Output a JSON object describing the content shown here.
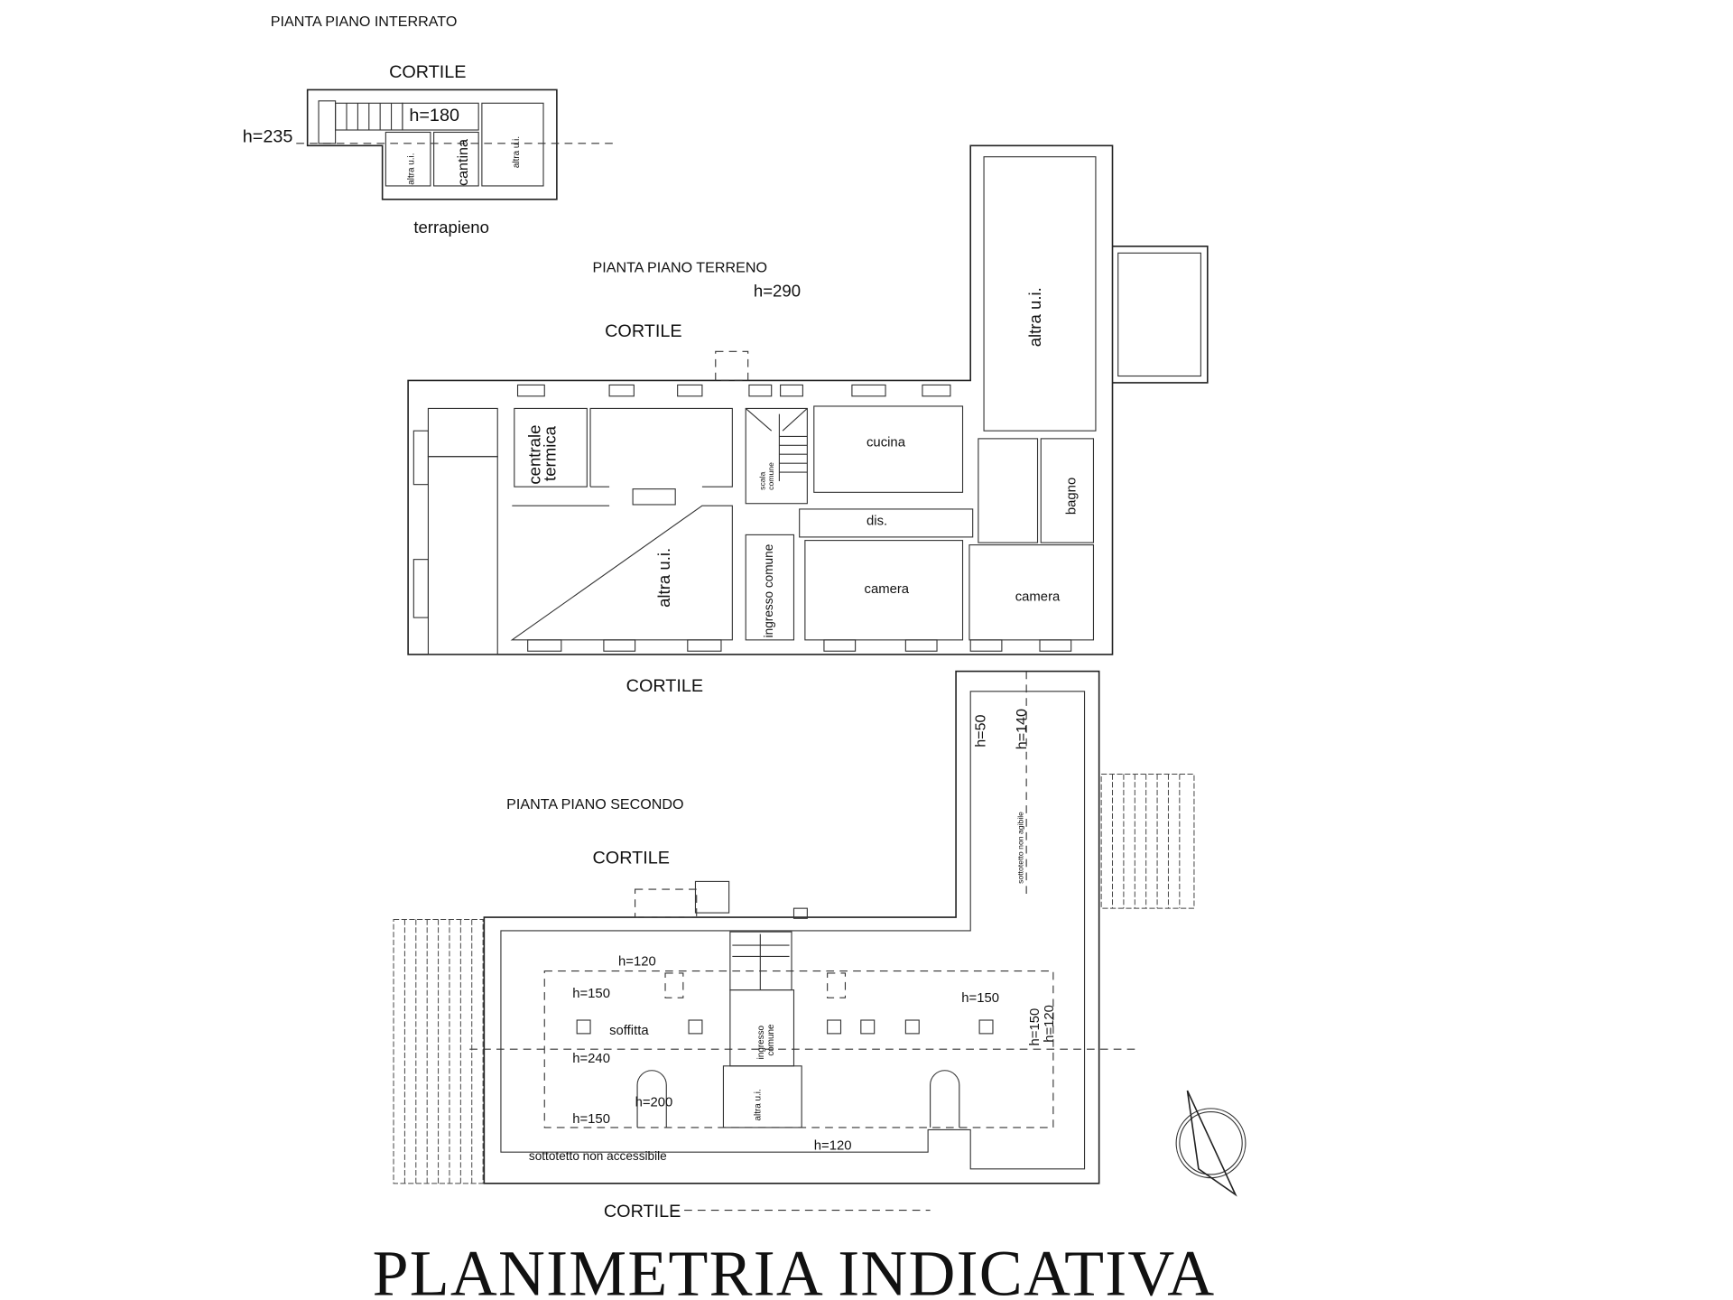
{
  "title": "PLANIMETRIA INDICATIVA",
  "basement": {
    "heading": "PIANTA PIANO INTERRATO",
    "courtyard": "CORTILE",
    "h_outer": "h=235",
    "h_inner": "h=180",
    "rooms": [
      "altra u.i.",
      "cantina",
      "altra u.i."
    ],
    "below": "terrapieno"
  },
  "ground": {
    "heading": "PIANTA PIANO TERRENO",
    "height": "h=290",
    "courtyard_top": "CORTILE",
    "courtyard_bottom": "CORTILE",
    "rooms": {
      "centrale_1": "centrale",
      "centrale_2": "termica",
      "altra_left": "altra u.i.",
      "scala_1": "scala",
      "scala_2": "comune",
      "ingresso": "ingresso comune",
      "cucina": "cucina",
      "dis": "dis.",
      "camera_1": "camera",
      "camera_2": "camera",
      "bagno": "bagno",
      "altra_tower": "altra u.i."
    }
  },
  "second": {
    "heading": "PIANTA PIANO SECONDO",
    "courtyard_top": "CORTILE",
    "courtyard_bottom": "CORTILE",
    "h50": "h=50",
    "h140": "h=140",
    "sottotetto_non_agibile": "sottotetto non agibile",
    "h120_top": "h=120",
    "h150_a": "h=150",
    "soffitta": "soffitta",
    "h240": "h=240",
    "h200": "h=200",
    "h150_b": "h=150",
    "h150_right": "h=150",
    "h150_vert": "h=150",
    "h120_vert": "h=120",
    "h120_bottom": "h=120",
    "ingresso_1": "ingresso",
    "ingresso_2": "comune",
    "altra": "altra u.i.",
    "sottotetto_non_accessibile": "sottotetto non accessibile"
  },
  "compass": "north-arrow-icon"
}
